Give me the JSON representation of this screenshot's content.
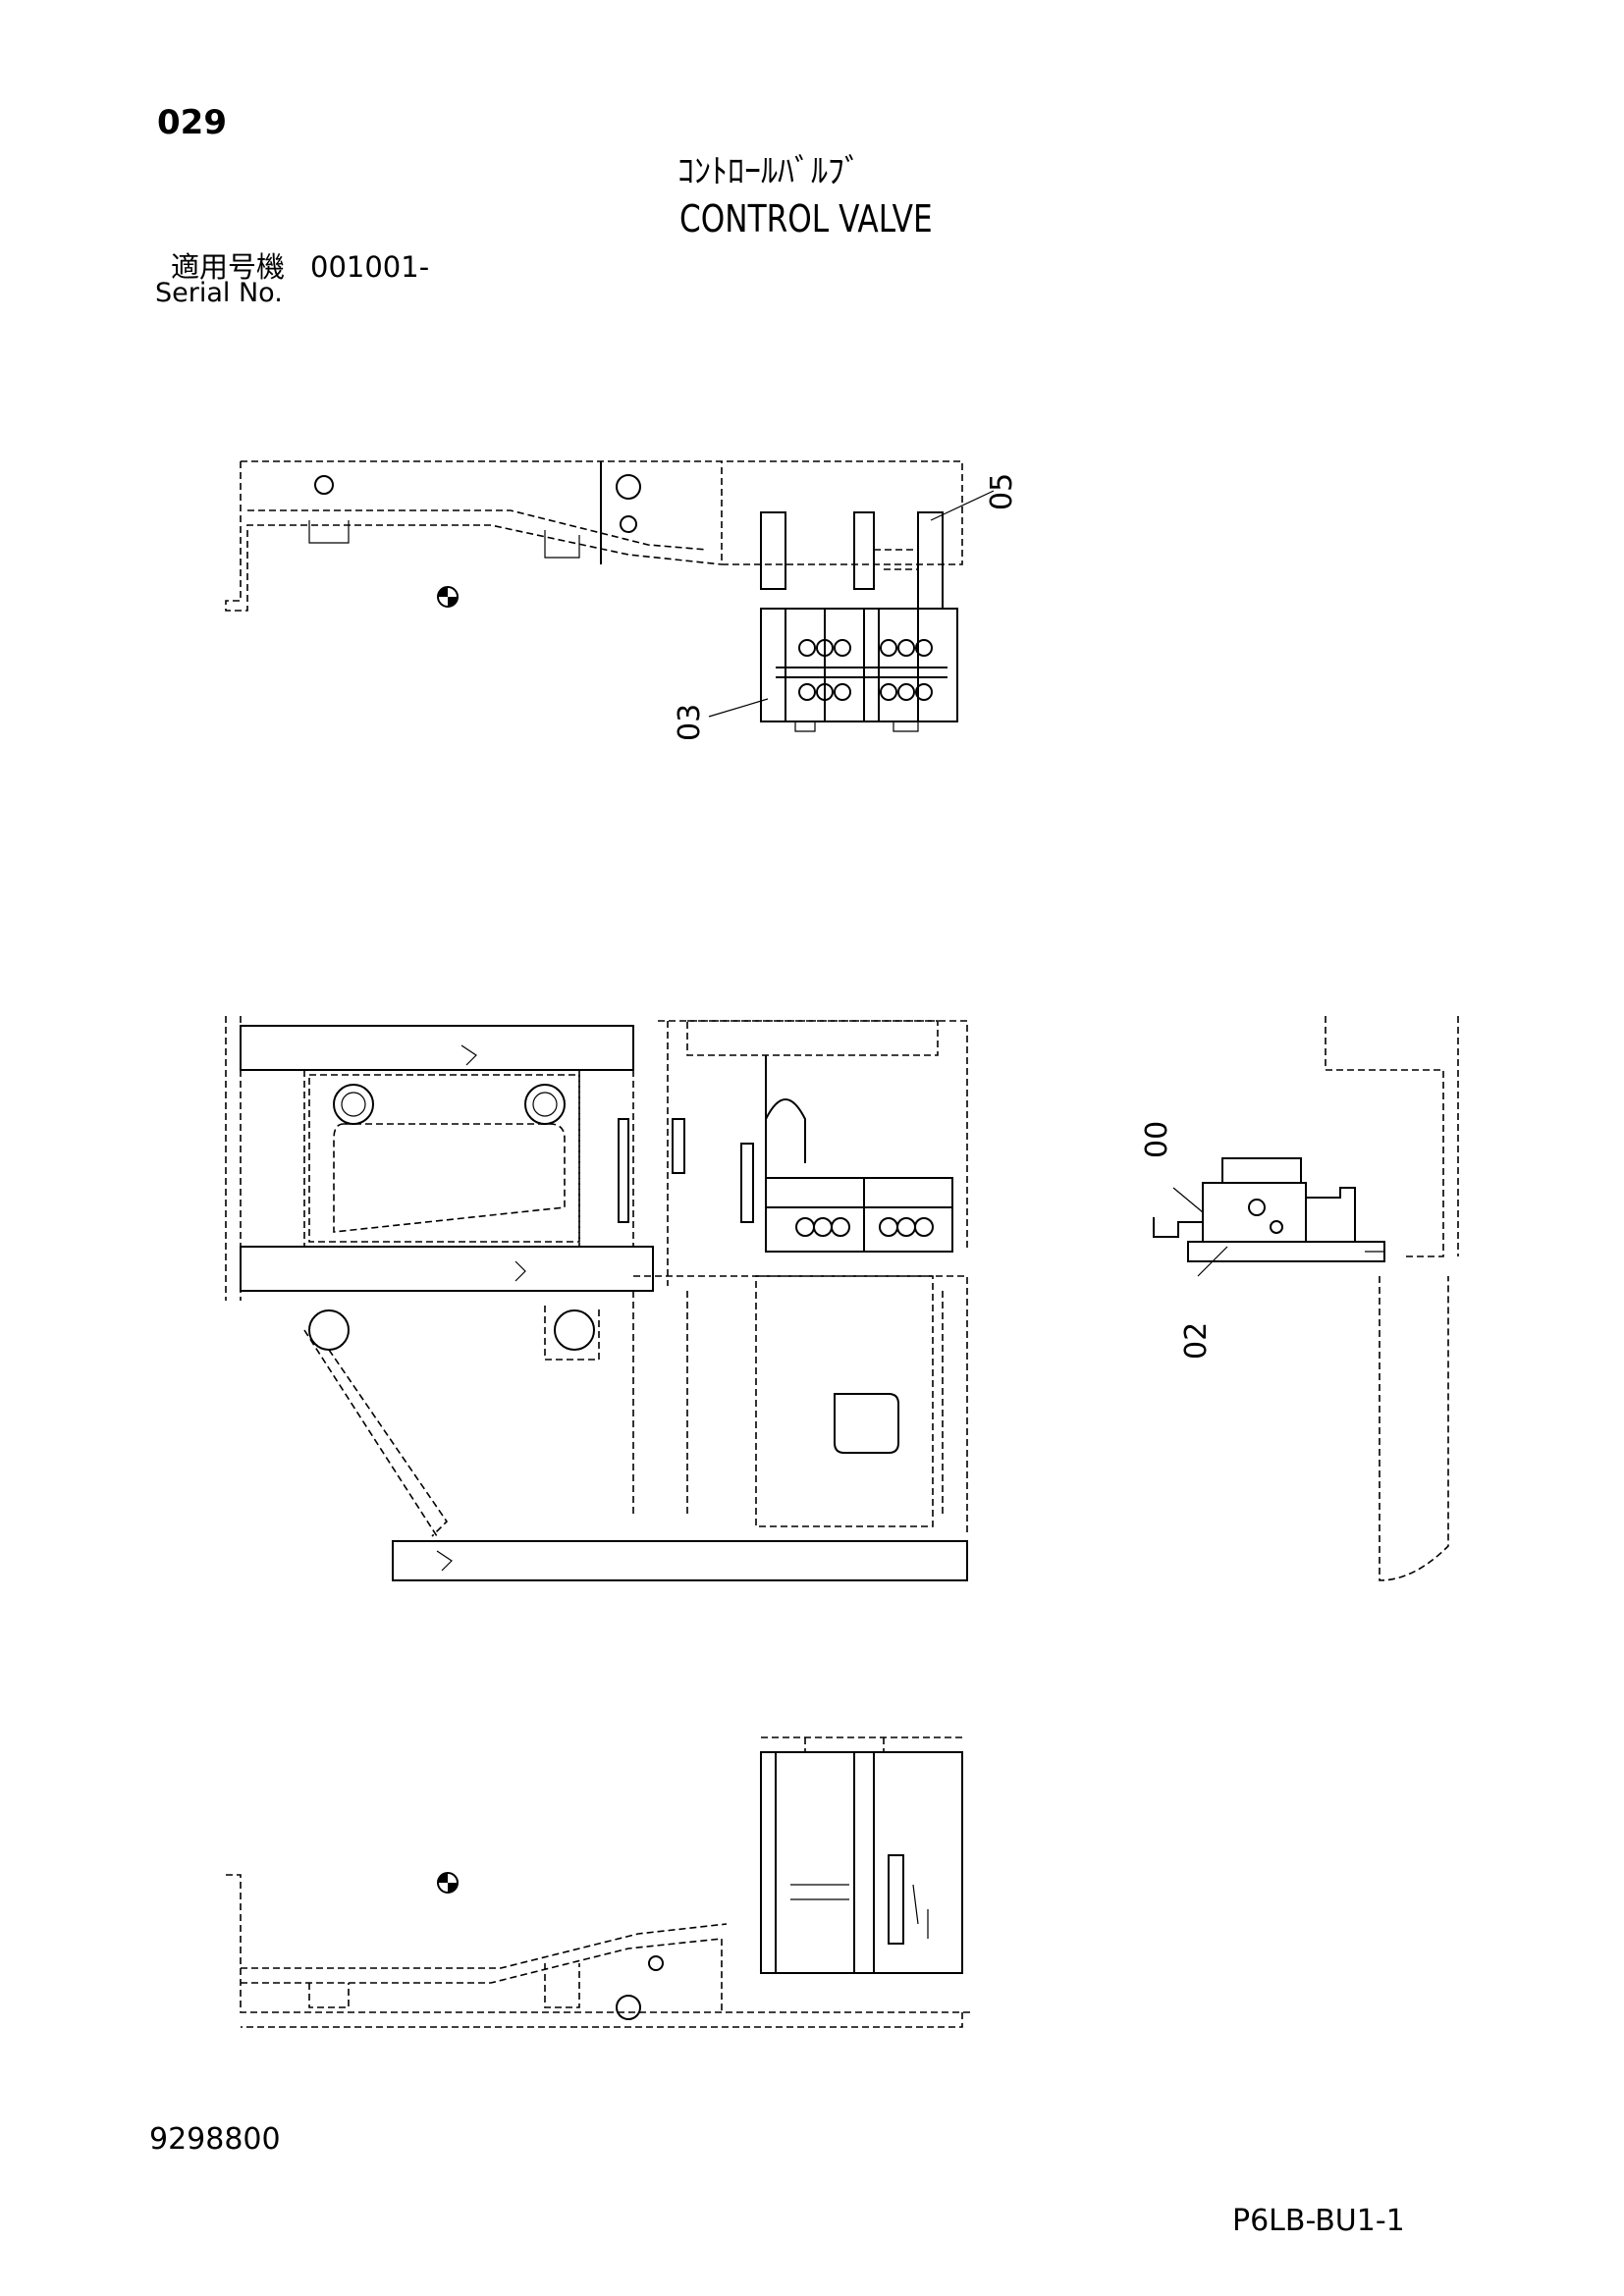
{
  "header": {
    "page_number": "029",
    "title_jp": "ｺﾝﾄﾛｰﾙﾊﾞﾙﾌﾞ",
    "title_en": "CONTROL VALVE"
  },
  "serial": {
    "label_jp": "適用号機",
    "value": "001001-",
    "label_en": "Serial No."
  },
  "callouts": {
    "top_right": "05",
    "top_left": "03",
    "side_upper": "00",
    "side_lower": "02"
  },
  "footer": {
    "drawing_number": "9298800",
    "sheet_code": "P6LB-BU1-1"
  }
}
